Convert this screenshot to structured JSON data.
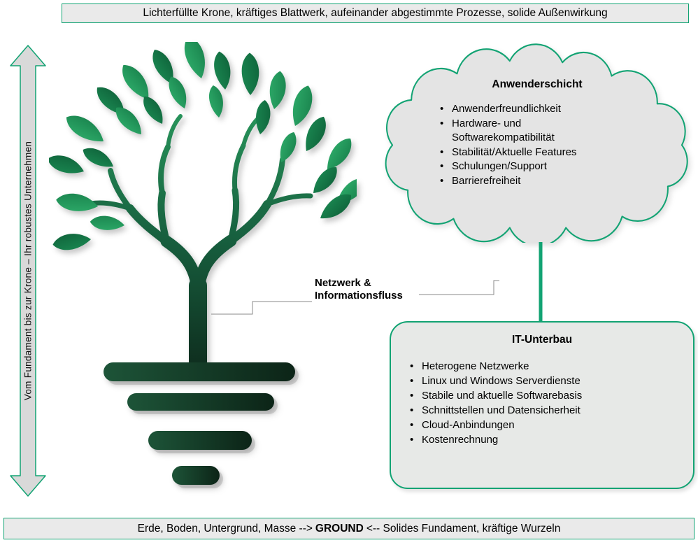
{
  "top_banner": {
    "text": "Lichterfüllte Krone, kräftiges Blattwerk, aufeinander abgestimmte Prozesse, solide Außenwirkung"
  },
  "bottom_banner": {
    "prefix": "Erde, Boden, Untergrund, Masse --> ",
    "bold": "GROUND",
    "suffix": " <-- Solides Fundament, kräftige Wurzeln"
  },
  "left_arrow": {
    "label": "Vom Fundament bis zur Krone – Ihr robustes Unternehmen"
  },
  "network_label": {
    "line1": "Netzwerk &",
    "line2": "Informationsfluss"
  },
  "cloud": {
    "title": "Anwenderschicht",
    "items": [
      "Anwenderfreundlichkeit",
      "Hardware- und Softwarekompatibilität",
      "Stabilität/Aktuelle Features",
      "Schulungen/Support",
      "Barrierefreiheit"
    ]
  },
  "it_box": {
    "title": "IT-Unterbau",
    "items": [
      "Heterogene Netzwerke",
      "Linux und Windows Serverdienste",
      "Stabile und aktuelle Softwarebasis",
      "Schnittstellen und Datensicherheit",
      "Cloud-Anbindungen",
      "Kostenrechnung"
    ]
  },
  "colors": {
    "accent_green": "#12a373",
    "banner_bg": "#eaeaea",
    "shape_fill": "#e4e4e4",
    "tree_green_light": "#2ea865",
    "tree_green_dark": "#0e2a1c"
  }
}
